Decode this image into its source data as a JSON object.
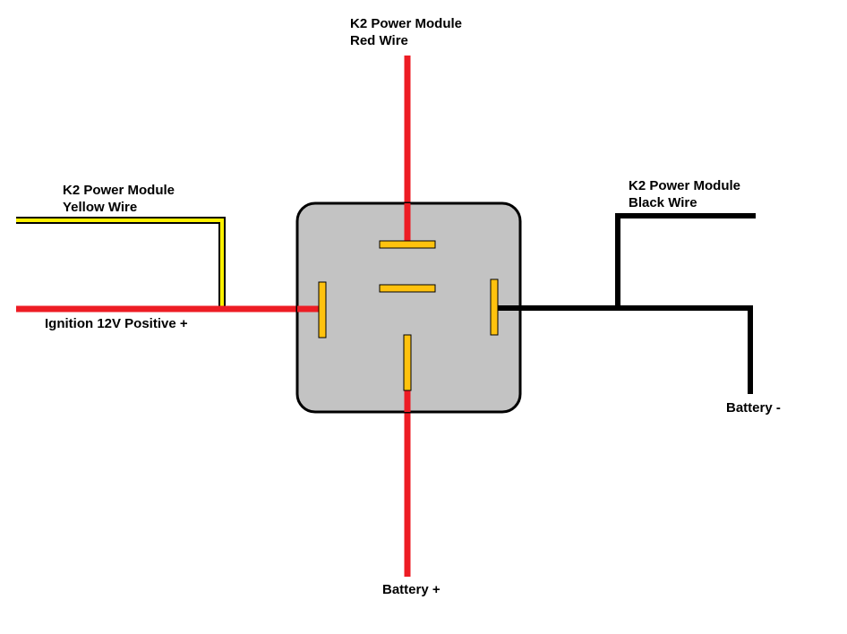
{
  "colors": {
    "red_wire": "#ed1c24",
    "yellow_wire": "#fff200",
    "black_wire": "#000000",
    "relay_body": "#c3c3c3",
    "pin": "#ffc20e"
  },
  "labels": {
    "red_wire_title": "K2 Power Module",
    "red_wire_sub": "Red Wire",
    "yellow_wire_title": "K2 Power Module",
    "yellow_wire_sub": "Yellow Wire",
    "black_wire_title": "K2 Power Module",
    "black_wire_sub": "Black Wire",
    "ignition": "Ignition 12V Positive +",
    "battery_negative": "Battery -",
    "battery_positive": "Battery +"
  }
}
